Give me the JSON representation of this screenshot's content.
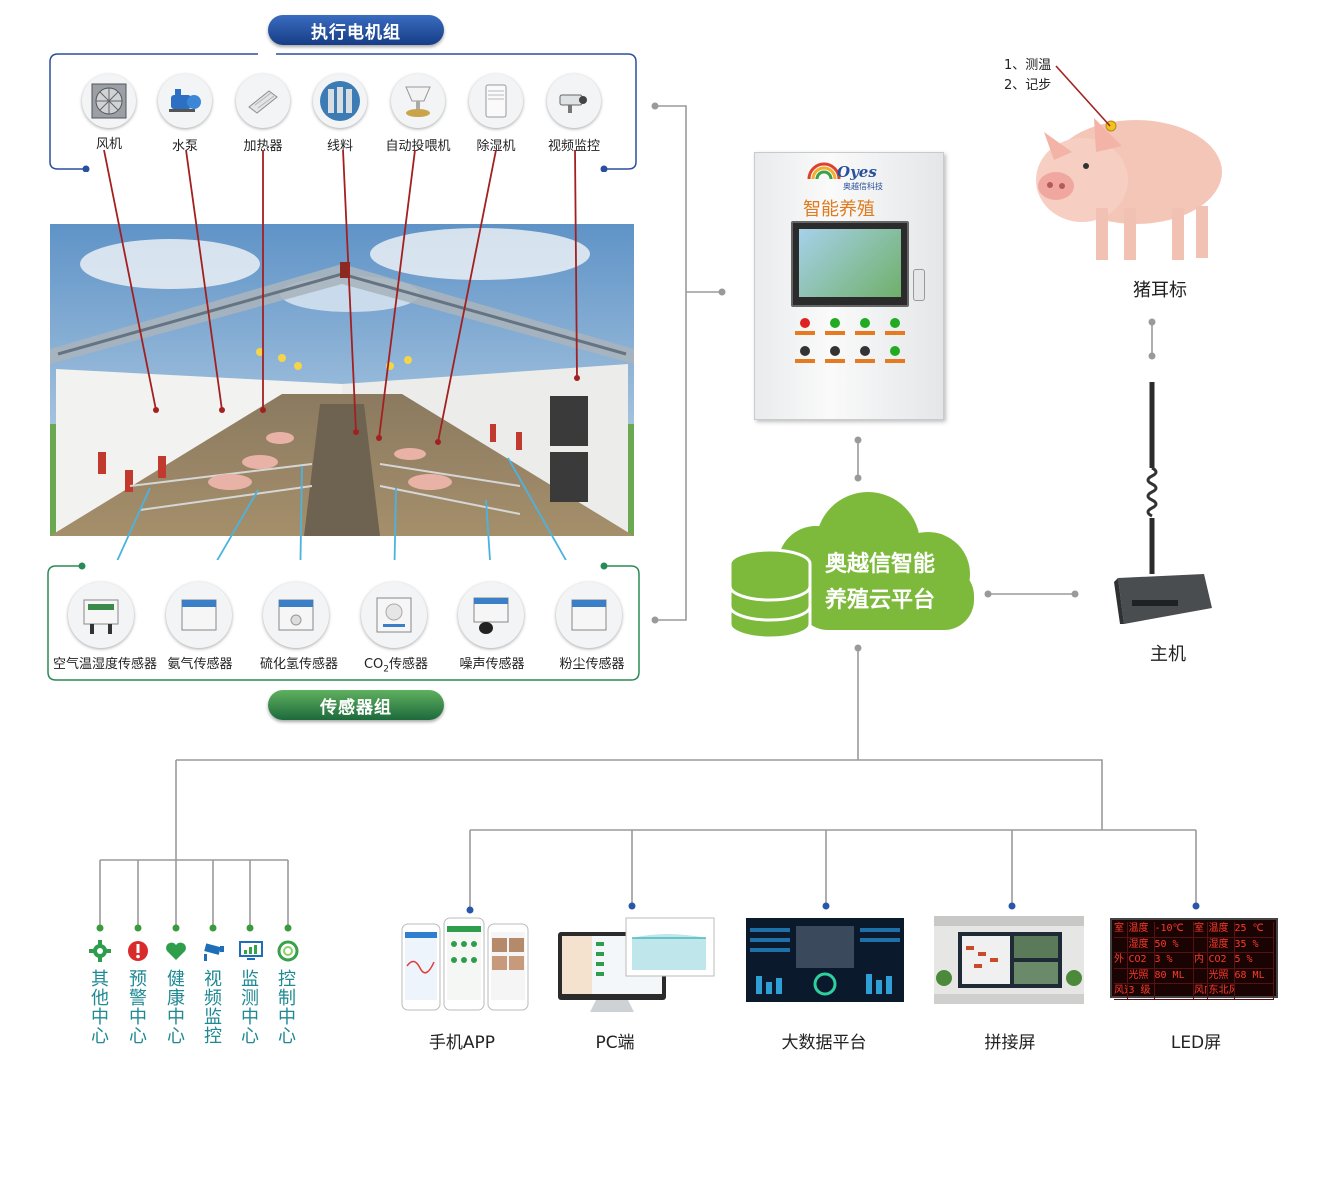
{
  "actuator_group": {
    "title": "执行电机组",
    "items": [
      {
        "label": "风机",
        "icon": "fan-icon"
      },
      {
        "label": "水泵",
        "icon": "water-pump-icon"
      },
      {
        "label": "加热器",
        "icon": "heater-icon"
      },
      {
        "label": "线料",
        "icon": "feed-line-icon"
      },
      {
        "label": "自动投喂机",
        "icon": "auto-feeder-icon"
      },
      {
        "label": "除湿机",
        "icon": "dehumidifier-icon"
      },
      {
        "label": "视频监控",
        "icon": "cctv-camera-icon"
      }
    ]
  },
  "sensor_group": {
    "title": "传感器组",
    "items": [
      {
        "label": "空气温湿度传感器",
        "icon": "temp-humidity-sensor-icon"
      },
      {
        "label": "氨气传感器",
        "icon": "ammonia-sensor-icon"
      },
      {
        "label": "硫化氢传感器",
        "icon": "h2s-sensor-icon"
      },
      {
        "label_main": "CO",
        "label_sub": "2",
        "label_rest": "传感器",
        "icon": "co2-sensor-icon"
      },
      {
        "label": "噪声传感器",
        "icon": "noise-sensor-icon"
      },
      {
        "label": "粉尘传感器",
        "icon": "dust-sensor-icon"
      }
    ]
  },
  "cabinet": {
    "brand": "Oyes",
    "brand_cn": "奥越信科技",
    "title": "智能养殖"
  },
  "pig": {
    "note1": "1、测温",
    "note2": "2、记步",
    "label": "猪耳标"
  },
  "cloud": {
    "line1": "奥越信智能",
    "line2": "养殖云平台"
  },
  "host": {
    "label": "主机"
  },
  "centers": [
    {
      "label": "其他中心",
      "icon": "gear-icon",
      "color": "#2e9e4d"
    },
    {
      "label": "预警中心",
      "icon": "alert-icon",
      "color": "#d92b2b"
    },
    {
      "label": "健康中心",
      "icon": "heart-icon",
      "color": "#2e9e4d"
    },
    {
      "label": "视频监控",
      "icon": "camera-icon",
      "color": "#1e6fb8"
    },
    {
      "label": "监测中心",
      "icon": "monitor-icon",
      "color": "#1e6fb8"
    },
    {
      "label": "控制中心",
      "icon": "ring-icon",
      "color": "#37a24a"
    }
  ],
  "outputs": [
    {
      "label": "手机APP"
    },
    {
      "label": "PC端"
    },
    {
      "label": "大数据平台"
    },
    {
      "label": "拼接屏"
    },
    {
      "label": "LED屏"
    }
  ],
  "led": {
    "rows": [
      [
        "室",
        "温度",
        "-10℃",
        "室",
        "温度",
        "25 ℃"
      ],
      [
        "",
        "湿度",
        "50 %",
        "",
        "湿度",
        "35 %"
      ],
      [
        "外",
        "CO2",
        "3 %",
        "内",
        "CO2",
        "5 %"
      ],
      [
        "",
        "光照",
        "80 ML",
        "",
        "光照",
        "68 ML"
      ],
      [
        "风速",
        "3 级",
        "",
        "风向",
        "东北风",
        ""
      ]
    ]
  }
}
